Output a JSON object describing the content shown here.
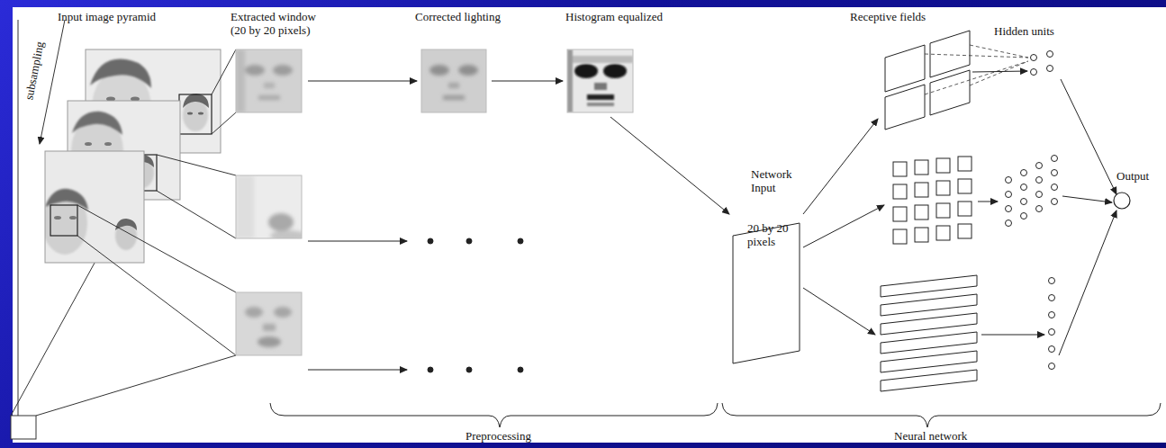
{
  "diagram": {
    "nodes": [
      {
        "text": [
          "Network Input",
          "20 by 20 pixels"
        ]
      },
      {
        "text": [
          "Output"
        ]
      }
    ],
    "labels": [
      "Input image pyramid",
      "Extracted window (20 by 20 pixels)",
      "Corrected lighting",
      "Histogram equalized",
      "Receptive fields",
      "Hidden units",
      "subsampling",
      "Preprocessing",
      "Neural network"
    ]
  }
}
